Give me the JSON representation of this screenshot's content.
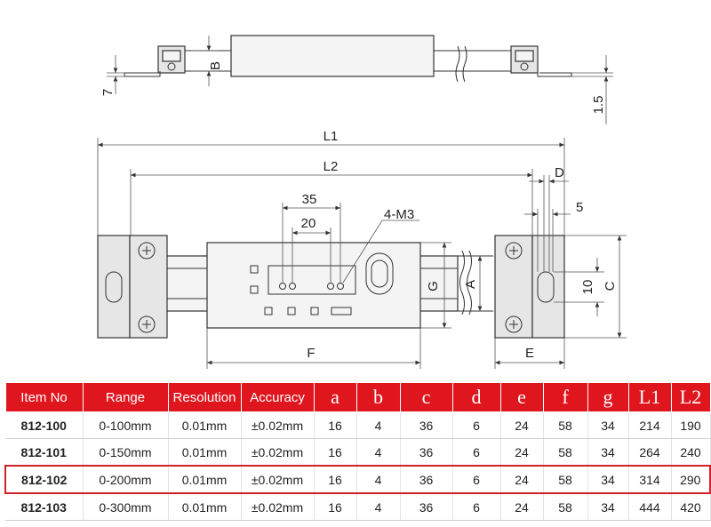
{
  "drawing": {
    "side_view": {
      "dim_b": "B",
      "dim_7": "7",
      "dim_1_5": "1.5"
    },
    "front_view": {
      "dim_l1": "L1",
      "dim_l2": "L2",
      "dim_d": "D",
      "dim_5": "5",
      "dim_35": "35",
      "dim_20": "20",
      "dim_4m3": "4-M3",
      "dim_g": "G",
      "dim_a": "A",
      "dim_10": "10",
      "dim_c": "C",
      "dim_f": "F",
      "dim_e": "E"
    }
  },
  "table": {
    "headers": [
      "Item No",
      "Range",
      "Resolution",
      "Accuracy",
      "a",
      "b",
      "c",
      "d",
      "e",
      "f",
      "g",
      "L1",
      "L2"
    ],
    "rows": [
      [
        "812-100",
        "0-100mm",
        "0.01mm",
        "±0.02mm",
        "16",
        "4",
        "36",
        "6",
        "24",
        "58",
        "34",
        "214",
        "190"
      ],
      [
        "812-101",
        "0-150mm",
        "0.01mm",
        "±0.02mm",
        "16",
        "4",
        "36",
        "6",
        "24",
        "58",
        "34",
        "264",
        "240"
      ],
      [
        "812-102",
        "0-200mm",
        "0.01mm",
        "±0.02mm",
        "16",
        "4",
        "36",
        "6",
        "24",
        "58",
        "34",
        "314",
        "290"
      ],
      [
        "812-103",
        "0-300mm",
        "0.01mm",
        "±0.02mm",
        "16",
        "4",
        "36",
        "6",
        "24",
        "58",
        "34",
        "444",
        "420"
      ]
    ],
    "highlight_row": 2,
    "header_color": "#e0161f",
    "highlight_color": "#d0202a"
  }
}
